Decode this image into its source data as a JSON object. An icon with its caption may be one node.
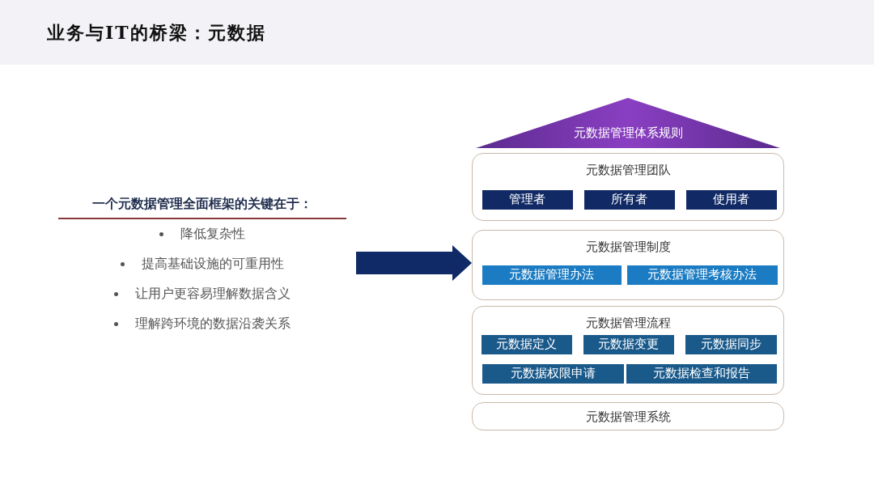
{
  "diagram": {
    "title": "业务与IT的桥梁：元数据",
    "nodes": [
      {
        "text": [
          "一个元数据管理全面框架的关键在于：",
          "降低复杂性",
          "提高基础设施的可重用性",
          "让用户更容易理解数据含义",
          "理解跨环境的数据沿袭关系"
        ]
      },
      {
        "text": [
          "元数据管理体系规则"
        ]
      },
      {
        "text": [
          "元数据管理团队"
        ]
      },
      {
        "text": [
          "管理者"
        ],
        "in": 2
      },
      {
        "text": [
          "所有者"
        ],
        "in": 2
      },
      {
        "text": [
          "使用者"
        ],
        "in": 2
      },
      {
        "text": [
          "元数据管理制度"
        ]
      },
      {
        "text": [
          "元数据管理办法"
        ],
        "in": 6
      },
      {
        "text": [
          "元数据管理考核办法"
        ],
        "in": 6
      },
      {
        "text": [
          "元数据管理流程"
        ]
      },
      {
        "text": [
          "元数据定义"
        ],
        "in": 9
      },
      {
        "text": [
          "元数据变更"
        ],
        "in": 9
      },
      {
        "text": [
          "元数据同步"
        ],
        "in": 9
      },
      {
        "text": [
          "元数据权限申请"
        ],
        "in": 9
      },
      {
        "text": [
          "元数据检查和报告"
        ],
        "in": 9
      },
      {
        "text": [
          "元数据管理系统"
        ]
      }
    ],
    "edges": [
      {
        "from": 0,
        "to": 6,
        "arrow": "to",
        "style": "thick"
      }
    ]
  }
}
